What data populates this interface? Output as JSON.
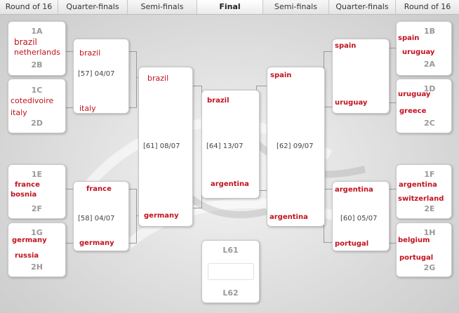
{
  "header": {
    "round16_left": "Round of 16",
    "qf_left": "Quarter-finals",
    "sf_left": "Semi-finals",
    "final": "Final",
    "sf_right": "Semi-finals",
    "qf_right": "Quarter-finals",
    "round16_right": "Round of 16"
  },
  "r16_left": [
    {
      "seed_top": "1A",
      "team1": "brazil",
      "team2": "netherlands",
      "seed_bottom": "2B"
    },
    {
      "seed_top": "1C",
      "team1": "cotedivoire",
      "team2": "italy",
      "seed_bottom": "2D"
    },
    {
      "seed_top": "1E",
      "team1": "france",
      "team2": "bosnia",
      "seed_bottom": "2F"
    },
    {
      "seed_top": "1G",
      "team1": "germany",
      "team2": "russia",
      "seed_bottom": "2H"
    }
  ],
  "r16_right": [
    {
      "seed_top": "1B",
      "team1": "spain",
      "team2": "uruguay",
      "seed_bottom": "2A"
    },
    {
      "seed_top": "1D",
      "team1": "uruguay",
      "team2": "greece",
      "seed_bottom": "2C"
    },
    {
      "seed_top": "1F",
      "team1": "argentina",
      "team2": "switzerland",
      "seed_bottom": "2E"
    },
    {
      "seed_top": "1H",
      "team1": "belgium",
      "team2": "portugal",
      "seed_bottom": "2G"
    }
  ],
  "qf_left": [
    {
      "team1": "brazil",
      "match": "[57] 04/07",
      "team2": "italy"
    },
    {
      "team1": "france",
      "match": "[58] 04/07",
      "team2": "germany"
    }
  ],
  "qf_right": [
    {
      "team1": "spain",
      "match": "",
      "team2": "uruguay"
    },
    {
      "team1": "argentina",
      "match": "[60] 05/07",
      "team2": "portugal"
    }
  ],
  "sf_left": {
    "team1": "brazil",
    "match": "[61] 08/07",
    "team2": "germany"
  },
  "sf_right": {
    "team1": "spain",
    "match": "[62] 09/07",
    "team2": "argentina"
  },
  "final": {
    "team1": "brazil",
    "match": "[64] 13/07",
    "team2": "argentina"
  },
  "third_place": {
    "label_top": "L61",
    "label_bottom": "L62"
  }
}
